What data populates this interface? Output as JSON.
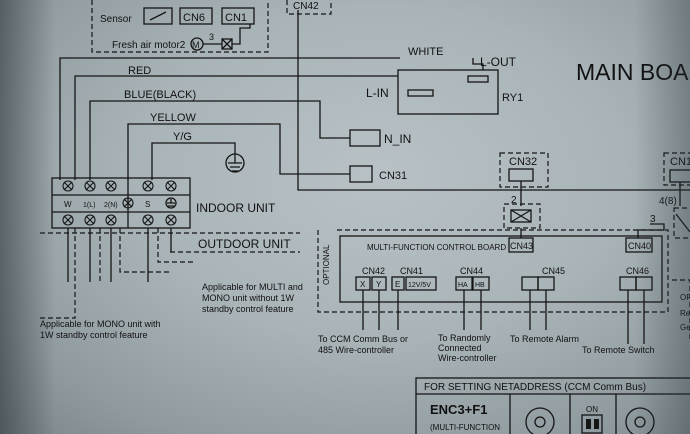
{
  "top": {
    "sensor": "Sensor",
    "cn6": "CN6",
    "cn1": "CN1",
    "fresh_air": "Fresh air motor2",
    "motor_symbol": "M",
    "fresh_num": "3",
    "cn42_top": "CN42"
  },
  "title": "MAIN BOA",
  "relay": {
    "white": "WHITE",
    "lout": "L-OUT",
    "lin": "L-IN",
    "name": "RY1"
  },
  "wires": {
    "red": "RED",
    "blue": "BLUE(BLACK)",
    "yellow": "YELLOW",
    "yg": "Y/G",
    "n_in": "N_IN",
    "cn31": "CN31"
  },
  "terminal": {
    "labels": [
      "W",
      "1(L)",
      "2(N)",
      "S"
    ],
    "indoor": "INDOOR UNIT",
    "outdoor": "OUTDOOR UNIT"
  },
  "notes": {
    "multi": [
      "Applicable for MULTI and",
      "MONO unit without 1W",
      "standby control feature"
    ],
    "mono": [
      "Applicable for MONO unit with",
      "1W standby control feature"
    ]
  },
  "connectors": {
    "cn32": "CN32",
    "cn1_right": "CN1",
    "num2": "2",
    "num3": "3",
    "num48": "4(8)",
    "cn43": "CN43",
    "cn40": "CN40"
  },
  "mfcb": {
    "title": "MULTI-FUNCTION CONTROL BOARD",
    "optional": "OPTIONAL",
    "cn42": "CN42",
    "cn41": "CN41",
    "cn44": "CN44",
    "cn45": "CN45",
    "cn46": "CN46",
    "pins": [
      "X",
      "Y",
      "E",
      "12V/5V",
      "HA",
      "HB"
    ]
  },
  "bottom": {
    "ccm": [
      "To CCM Comm Bus or",
      "485 Wire-controller"
    ],
    "random": [
      "To Randomly",
      "Connected",
      "Wire-controller"
    ],
    "alarm": "To Remote Alarm",
    "switch": "To Remote Switch",
    "right_edge": [
      "OF",
      "Re",
      "Ge"
    ]
  },
  "netaddr": {
    "heading": "FOR SETTING NETADDRESS (CCM Comm Bus)",
    "enc": "ENC3+F1",
    "mf": "(MULTI-FUNCTION",
    "on": "ON"
  }
}
